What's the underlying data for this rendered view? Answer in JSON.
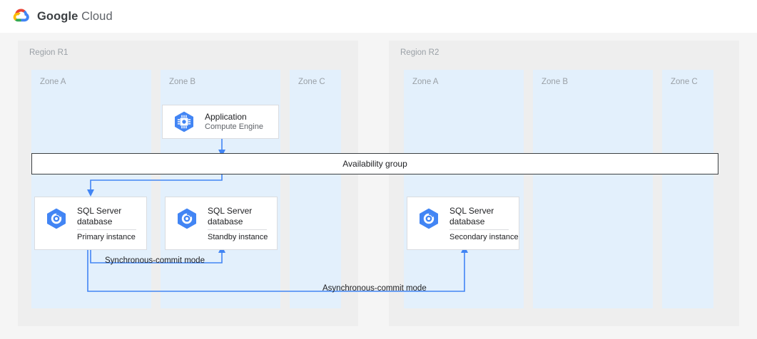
{
  "header": {
    "logo_icon": "google-cloud-logo-icon",
    "brand_strong": "Google",
    "brand_light": "Cloud"
  },
  "diagram": {
    "regions": [
      {
        "id": "r1",
        "label": "Region R1",
        "zones": [
          {
            "id": "r1-za",
            "label": "Zone A"
          },
          {
            "id": "r1-zb",
            "label": "Zone B"
          },
          {
            "id": "r1-zc",
            "label": "Zone C"
          }
        ]
      },
      {
        "id": "r2",
        "label": "Region R2",
        "zones": [
          {
            "id": "r2-za",
            "label": "Zone A"
          },
          {
            "id": "r2-zb",
            "label": "Zone B"
          },
          {
            "id": "r2-zc",
            "label": "Zone C"
          }
        ]
      }
    ],
    "application_card": {
      "icon": "compute-engine-icon",
      "title": "Application",
      "subtitle": "Compute Engine"
    },
    "availability_group": {
      "label": "Availability group"
    },
    "databases": [
      {
        "id": "primary",
        "icon": "cloud-sql-icon",
        "title": "SQL Server\ndatabase",
        "instance": "Primary instance"
      },
      {
        "id": "standby",
        "icon": "cloud-sql-icon",
        "title": "SQL Server\ndatabase",
        "instance": "Standby instance"
      },
      {
        "id": "secondary",
        "icon": "cloud-sql-icon",
        "title": "SQL Server\ndatabase",
        "instance": "Secondary instance"
      }
    ],
    "connectors": [
      {
        "id": "sync",
        "label": "Synchronous-commit mode"
      },
      {
        "id": "async",
        "label": "Asynchronous-commit mode"
      }
    ],
    "colors": {
      "region_bg": "#eeeeee",
      "zone_bg": "#e3f0fc",
      "canvas_bg": "#f5f5f5",
      "card_border": "#dadce0",
      "wire": "#4285f4",
      "icon_blue": "#4285f4",
      "ag_border": "#3c4043",
      "muted_text": "#9aa0a6"
    }
  }
}
